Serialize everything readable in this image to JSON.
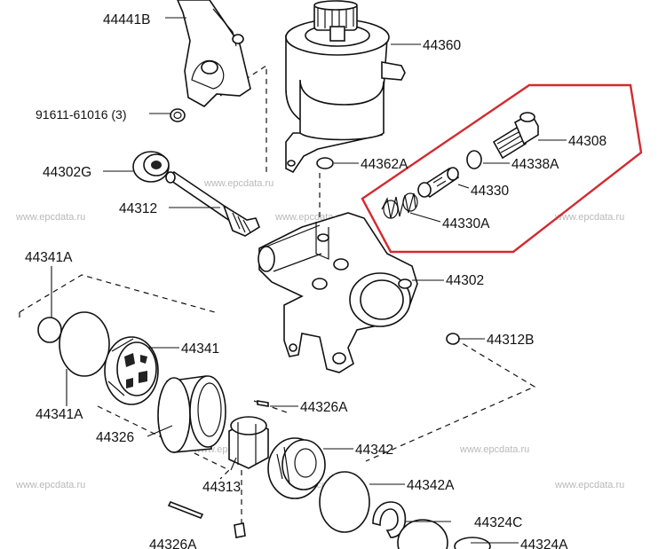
{
  "parts": [
    {
      "id": "p1",
      "text": "44441B"
    },
    {
      "id": "p2",
      "text": "44360"
    },
    {
      "id": "p3",
      "text": "91611-61016 (3)"
    },
    {
      "id": "p4",
      "text": "44308"
    },
    {
      "id": "p5",
      "text": "44338A"
    },
    {
      "id": "p6",
      "text": "44302G"
    },
    {
      "id": "p7",
      "text": "44362A"
    },
    {
      "id": "p8",
      "text": "44330"
    },
    {
      "id": "p9",
      "text": "44312"
    },
    {
      "id": "p10",
      "text": "44330A"
    },
    {
      "id": "p11",
      "text": "44341A"
    },
    {
      "id": "p12",
      "text": "44302"
    },
    {
      "id": "p13",
      "text": "44312B"
    },
    {
      "id": "p14",
      "text": "44341"
    },
    {
      "id": "p15",
      "text": "44341A"
    },
    {
      "id": "p16",
      "text": "44326A"
    },
    {
      "id": "p17",
      "text": "44326"
    },
    {
      "id": "p18",
      "text": "44342"
    },
    {
      "id": "p19",
      "text": "44313"
    },
    {
      "id": "p20",
      "text": "44342A"
    },
    {
      "id": "p21",
      "text": "44324C"
    },
    {
      "id": "p22",
      "text": "44326A"
    },
    {
      "id": "p23",
      "text": "44324A"
    }
  ],
  "watermark": "www.epcdata.ru",
  "colors": {
    "highlight": "#d42a30",
    "ink": "#111111",
    "watermark": "#b9b9b9"
  }
}
